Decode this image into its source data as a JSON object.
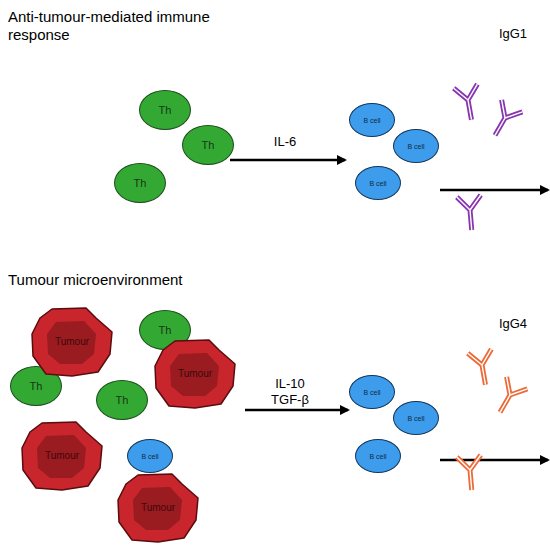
{
  "diagram": {
    "nodes": [
      {
        "text": [
          "Th"
        ]
      },
      {
        "text": [
          "Th"
        ]
      },
      {
        "text": [
          "Th"
        ]
      },
      {
        "text": [
          "B cell"
        ]
      },
      {
        "text": [
          "B cell"
        ]
      },
      {
        "text": [
          "B cell"
        ]
      },
      {
        "text": [
          "Tumour"
        ]
      },
      {
        "text": [
          "Th"
        ]
      },
      {
        "text": [
          "Tumour"
        ]
      },
      {
        "text": [
          "Th"
        ]
      },
      {
        "text": [
          "Th"
        ]
      },
      {
        "text": [
          "Tumour"
        ]
      },
      {
        "text": [
          "B cell"
        ]
      },
      {
        "text": [
          "Tumour"
        ]
      },
      {
        "text": [
          "B cell"
        ]
      },
      {
        "text": [
          "B cell"
        ]
      },
      {
        "text": [
          "B cell"
        ]
      }
    ],
    "labels": [
      "Anti-tumour-mediated immune response",
      "IL-6",
      "IgG1",
      "Tumour microenvironment",
      "IL-10 TGF-β",
      "IgG4"
    ]
  }
}
